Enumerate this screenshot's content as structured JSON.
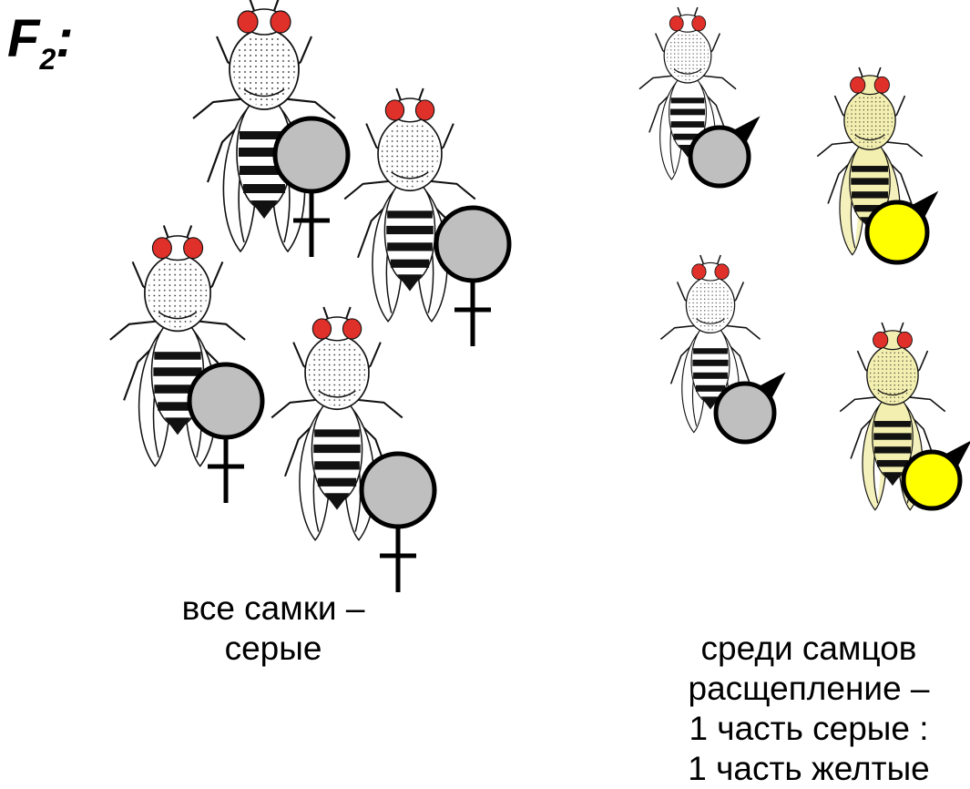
{
  "generation": {
    "letter": "F",
    "sub": "2",
    "colon": ":"
  },
  "captions": {
    "females": [
      "все самки –",
      "серые"
    ],
    "males": [
      "среди самцов",
      "расщепление –",
      "1 часть серые :",
      "1 часть желтые"
    ]
  },
  "colors": {
    "gray_marker": "#bfbfbf",
    "yellow_marker": "#ffff00",
    "gray_body": "#ffffff",
    "yellow_body": "#f3efb0",
    "eye": "#e0302a"
  },
  "flies": [
    {
      "sex": "female",
      "color": "gray"
    },
    {
      "sex": "female",
      "color": "gray"
    },
    {
      "sex": "female",
      "color": "gray"
    },
    {
      "sex": "female",
      "color": "gray"
    },
    {
      "sex": "male",
      "color": "gray"
    },
    {
      "sex": "male",
      "color": "yellow"
    },
    {
      "sex": "male",
      "color": "gray"
    },
    {
      "sex": "male",
      "color": "yellow"
    }
  ]
}
